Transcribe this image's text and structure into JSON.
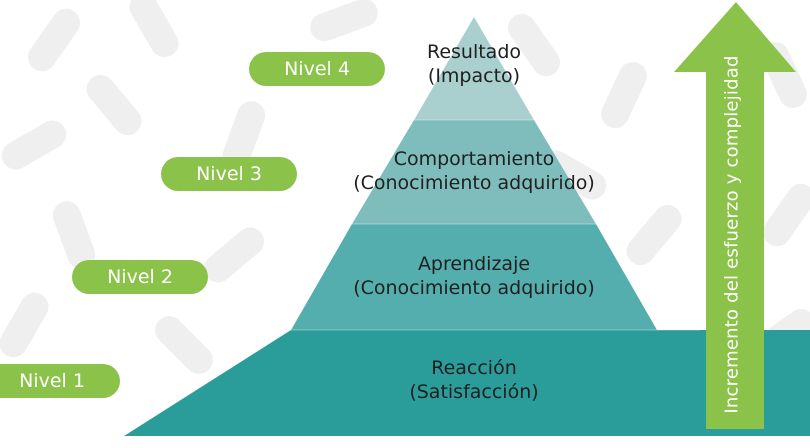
{
  "levels": [
    {
      "badge": "Nivel 4",
      "title": "Resultado",
      "subtitle": "(Impacto)"
    },
    {
      "badge": "Nivel 3",
      "title": "Comportamiento",
      "subtitle": "(Conocimiento adquirido)"
    },
    {
      "badge": "Nivel 2",
      "title": "Aprendizaje",
      "subtitle": "(Conocimiento adquirido)"
    },
    {
      "badge": "Nivel 1",
      "title": "Reacción",
      "subtitle": "(Satisfacción)"
    }
  ],
  "arrow": {
    "label": "Incremento del esfuerzo y complejidad"
  },
  "colors": {
    "badge": "#8bc34a",
    "arrow": "#8bc34a",
    "tier_top": "#a9cfcf",
    "tier_upper": "#7fbdbd",
    "tier_lower": "#55aeae",
    "tier_bottom": "#2a9d9a",
    "background_shape": "#efefef"
  }
}
